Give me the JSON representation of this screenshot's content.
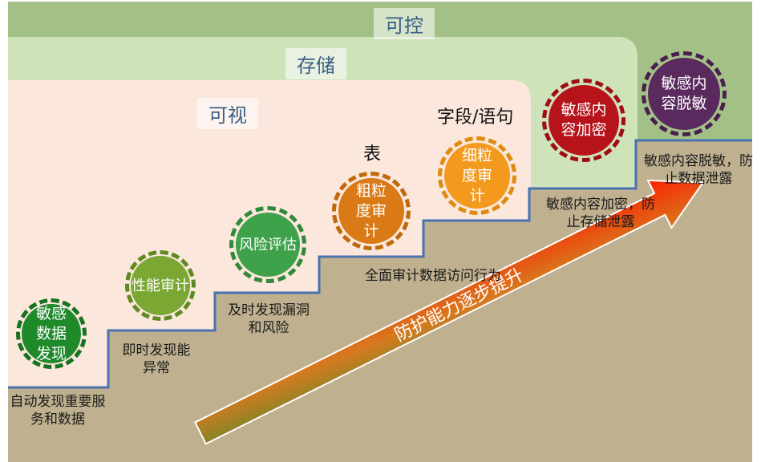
{
  "tiers": {
    "controllable": "可控",
    "storage": "存储",
    "visible": "可视"
  },
  "granularity": {
    "table": "表",
    "field_statement": "字段/语句"
  },
  "steps": [
    {
      "title": "敏感数据发现",
      "desc": "自动发现重要服务和数据",
      "color": "#1e8a2a",
      "ring": "#157320"
    },
    {
      "title": "性能审计",
      "desc": "即时发现能异常",
      "color": "#7aa832",
      "ring": "#5f8a20"
    },
    {
      "title": "风险评估",
      "desc": "及时发现漏洞和风险",
      "color": "#3ea24a",
      "ring": "#2f8a3a"
    },
    {
      "title": "粗粒度审计",
      "desc": "全面审计数据访问行为",
      "color": "#d97a16",
      "ring": "#c0690c"
    },
    {
      "title": "细粒度审计",
      "desc": "",
      "color": "#f39a1e",
      "ring": "#e08a10"
    },
    {
      "title": "敏感内容加密",
      "desc": "敏感内容加密，防止存储泄露",
      "color": "#b7131b",
      "ring": "#a00c14"
    },
    {
      "title": "敏感内容脱敏",
      "desc": "敏感内容脱敏，防止数据泄露",
      "color": "#5a2a5e",
      "ring": "#4a1f4e"
    }
  ],
  "arrow": {
    "label": "防护能力逐步提升"
  },
  "colors": {
    "controllable_bg": "#a3c187",
    "storage_bg": "#cfe3bb",
    "visible_bg": "#fbe7dc",
    "ground": "#bfb08f",
    "staircase_line": "#4a72b0"
  }
}
